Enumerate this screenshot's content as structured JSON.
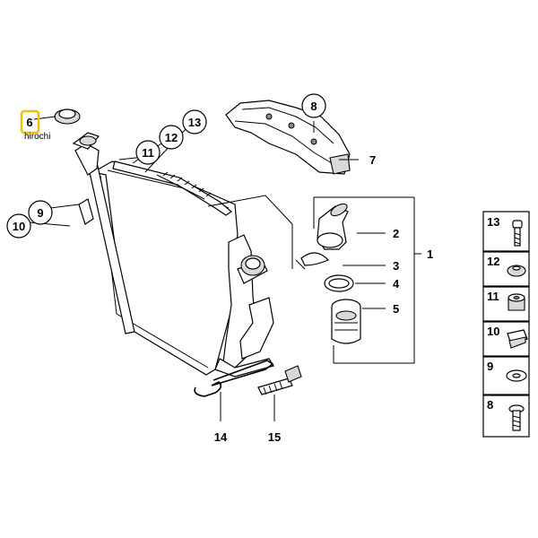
{
  "callouts": {
    "c1": "1",
    "c2": "2",
    "c3": "3",
    "c4": "4",
    "c5": "5",
    "c6": "6",
    "c7": "7",
    "c8": "8",
    "c9": "9",
    "c10": "10",
    "c11": "11",
    "c12": "12",
    "c13": "13",
    "c14": "14",
    "c15": "15"
  },
  "watermark": "hirochi",
  "legend": [
    {
      "num": "13",
      "icon": "bolt-stud-icon"
    },
    {
      "num": "12",
      "icon": "grommet-icon"
    },
    {
      "num": "11",
      "icon": "rubber-bushing-icon"
    },
    {
      "num": "10",
      "icon": "clip-nut-icon"
    },
    {
      "num": "9",
      "icon": "washer-icon"
    },
    {
      "num": "8",
      "icon": "screw-icon"
    }
  ],
  "colors": {
    "highlight": "#f2c000",
    "line": "#000000",
    "part_fill": "#ffffff",
    "part_grey": "#d9d9d9"
  }
}
